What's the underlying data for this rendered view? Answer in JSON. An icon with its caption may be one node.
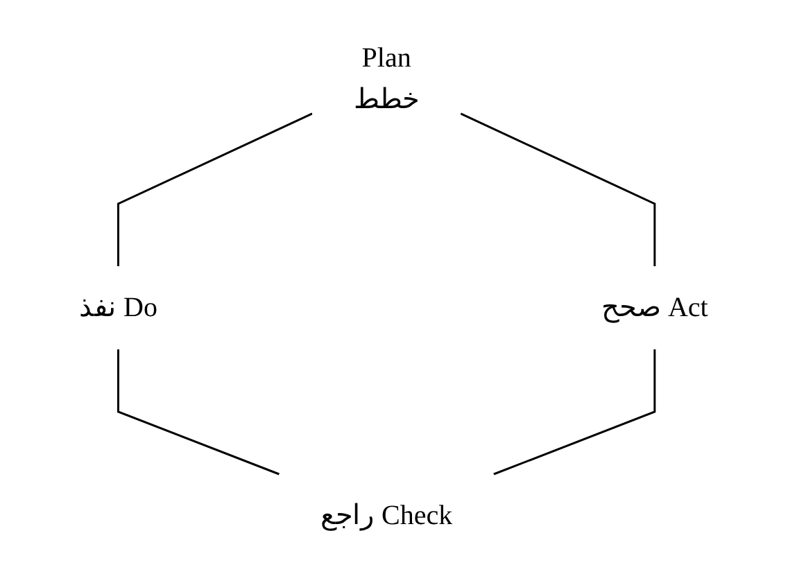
{
  "diagram": {
    "nodes": [
      {
        "text": [
          "Plan",
          "خطط"
        ]
      },
      {
        "text": [
          "نفذ Do"
        ]
      },
      {
        "text": [
          "راجع Check"
        ]
      },
      {
        "text": [
          "صحح Act"
        ]
      }
    ],
    "edges": [
      {
        "from": 0,
        "to": 1,
        "arrow": "none"
      },
      {
        "from": 1,
        "to": 2,
        "arrow": "none"
      },
      {
        "from": 0,
        "to": 3,
        "arrow": "none"
      },
      {
        "from": 3,
        "to": 2,
        "arrow": "none"
      }
    ]
  }
}
